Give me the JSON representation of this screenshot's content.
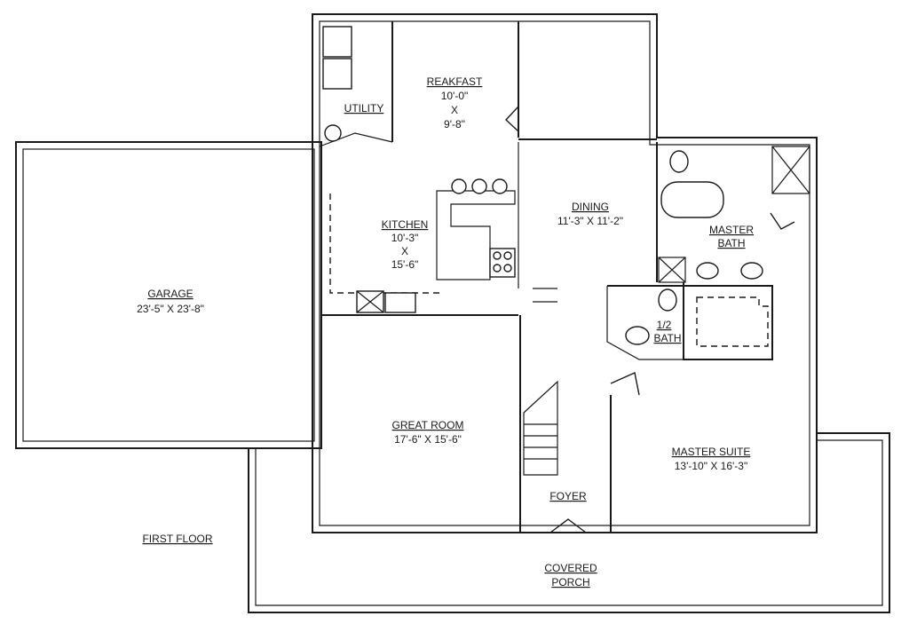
{
  "floor_label": "FIRST FLOOR",
  "rooms": {
    "garage": {
      "name": "GARAGE",
      "dims": "23'-5\" X 23'-8\""
    },
    "utility": {
      "name": "UTILITY"
    },
    "breakfast": {
      "name": "REAKFAST",
      "dim1": "10'-0\"",
      "x": "X",
      "dim2": "9'-8\""
    },
    "kitchen": {
      "name": "KITCHEN",
      "dim1": "10'-3\"",
      "x": "X",
      "dim2": "15'-6\""
    },
    "dining": {
      "name": "DINING",
      "dims": "11'-3\" X 11'-2\""
    },
    "master_bath": {
      "name1": "MASTER",
      "name2": "BATH"
    },
    "half_bath": {
      "name1": "1/2",
      "name2": "BATH"
    },
    "great_room": {
      "name": "GREAT ROOM",
      "dims": "17'-6\" X 15'-6\""
    },
    "foyer": {
      "name": "FOYER"
    },
    "master_suite": {
      "name": "MASTER SUITE",
      "dims": "13'-10\" X 16'-3\""
    },
    "porch": {
      "name1": "COVERED",
      "name2": "PORCH"
    }
  }
}
